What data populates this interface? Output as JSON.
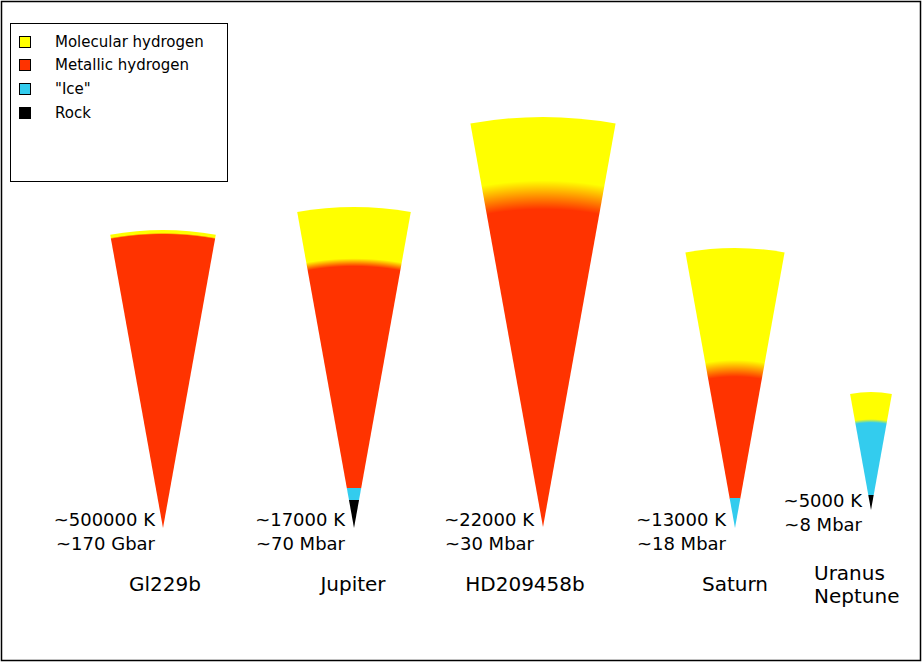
{
  "diagram": {
    "labels": [
      "~500000 K",
      "~170 Gbar",
      "~17000 K",
      "~70 Mbar",
      "~22000 K",
      "~30 Mbar",
      "~13000 K",
      "~18 Mbar",
      "~5000 K",
      "~8 Mbar",
      "Gl229b",
      "Jupiter",
      "HD209458b",
      "Saturn",
      "Uranus Neptune"
    ],
    "legend": [
      {
        "text": "Molecular hydrogen",
        "color": "#ffff00"
      },
      {
        "text": "Metallic hydrogen",
        "color": "#ff3300"
      },
      {
        "text": "\"Ice\"",
        "color": "#33ccee"
      },
      {
        "text": "Rock",
        "color": "#000000"
      }
    ]
  }
}
